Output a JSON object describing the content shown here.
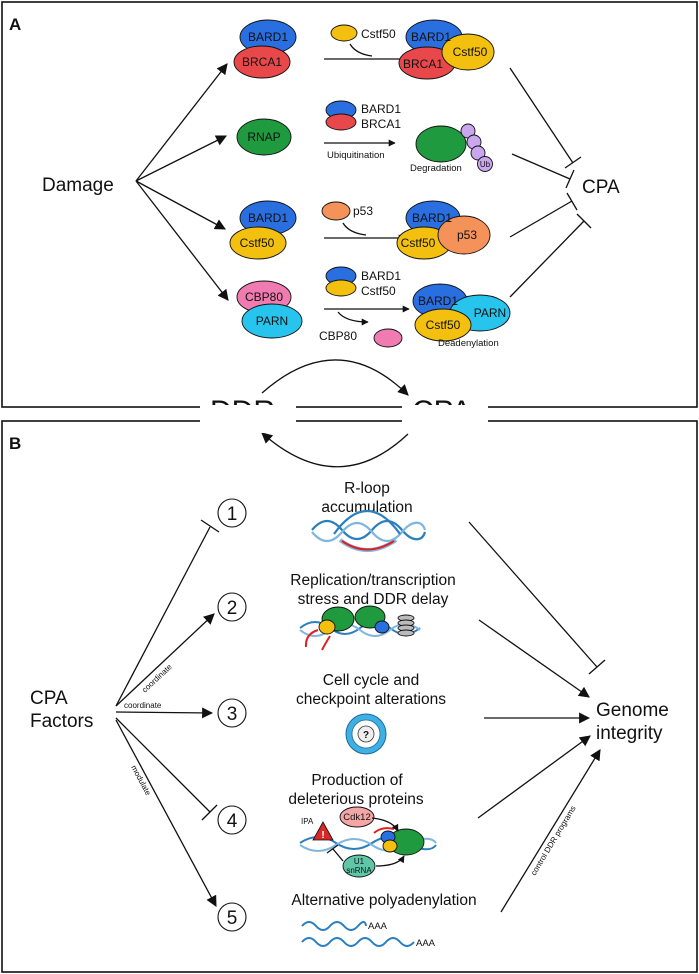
{
  "panel_a": {
    "label": "A",
    "source": "Damage",
    "target": "CPA",
    "rows": [
      {
        "complex": [
          "BARD1",
          "BRCA1"
        ],
        "added": "Cstf50",
        "product": [
          "BARD1",
          "BRCA1",
          "Cstf50"
        ]
      },
      {
        "complex": [
          "RNAP"
        ],
        "added": [
          "BARD1",
          "BRCA1"
        ],
        "process": "Ubiquitination",
        "result": "Degradation",
        "tag": "Ub"
      },
      {
        "complex": [
          "BARD1",
          "Cstf50"
        ],
        "added": "p53",
        "product": [
          "BARD1",
          "Cstf50",
          "p53"
        ]
      },
      {
        "complex": [
          "CBP80",
          "PARN"
        ],
        "added": [
          "BARD1",
          "Cstf50"
        ],
        "released": "CBP80",
        "product": [
          "BARD1",
          "Cstf50",
          "PARN"
        ],
        "result": "Deadenylation"
      }
    ]
  },
  "middle": {
    "left": "DDR",
    "right": "CPA"
  },
  "panel_b": {
    "label": "B",
    "source": [
      "CPA",
      "Factors"
    ],
    "target": [
      "Genome",
      "integrity"
    ],
    "edge_labels": {
      "coordinate_1": "coordinate",
      "coordinate_2": "coordinate",
      "modulate": "modulate",
      "control": "control DDR programs"
    },
    "items": [
      {
        "number": "1",
        "title": [
          "R-loop",
          "accumulation"
        ]
      },
      {
        "number": "2",
        "title": [
          "Replication/transcription",
          "stress and DDR delay"
        ]
      },
      {
        "number": "3",
        "title": [
          "Cell cycle and",
          "checkpoint alterations"
        ],
        "symbol": "?"
      },
      {
        "number": "4",
        "title": [
          "Production of",
          "deleterious  proteins"
        ],
        "tags": [
          "IPA",
          "Cdk12",
          "U1",
          "snRNA"
        ]
      },
      {
        "number": "5",
        "title": [
          "Alternative polyadenylation"
        ],
        "tails": [
          "AAA",
          "AAA"
        ]
      }
    ]
  },
  "colors": {
    "bard1": "#2a6fe0",
    "brca1": "#e8484a",
    "cstf50": "#f3c010",
    "rnap": "#1f9a3e",
    "p53": "#f5925a",
    "cbp80": "#f07bb0",
    "parn": "#27c5ee",
    "ub": "#c9a6ee",
    "dna": "#2a7fc1",
    "rna": "#e02020"
  }
}
